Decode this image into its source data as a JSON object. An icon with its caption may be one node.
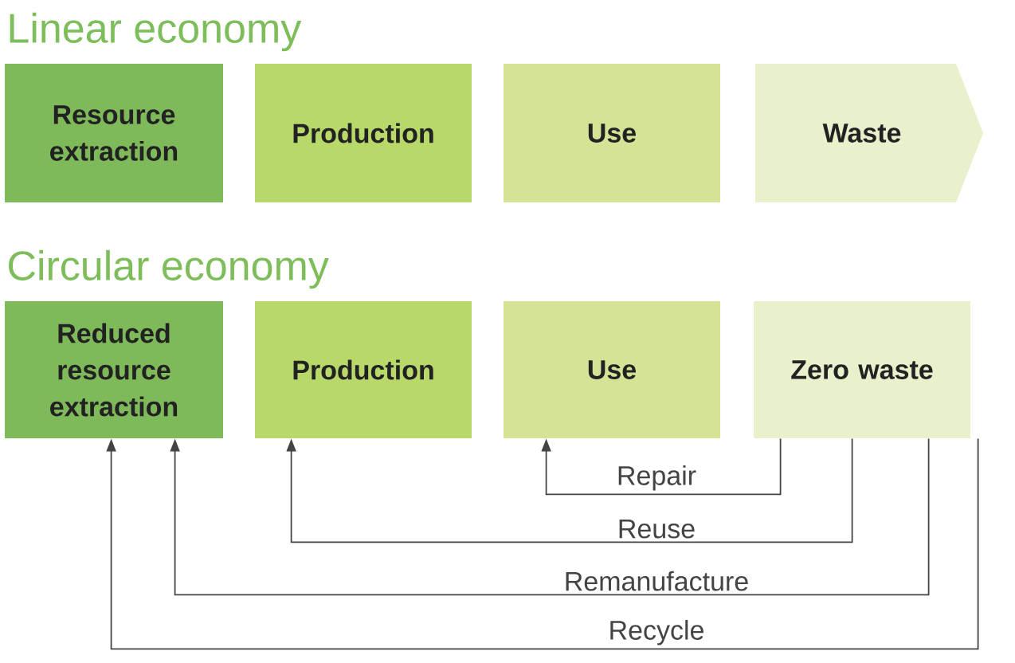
{
  "diagram": {
    "nodes": [
      {
        "text": [
          "Resource extraction"
        ]
      },
      {
        "text": [
          "Production"
        ]
      },
      {
        "text": [
          "Use"
        ]
      },
      {
        "text": [
          "Waste"
        ]
      },
      {
        "text": [
          "Reduced resource extraction"
        ]
      },
      {
        "text": [
          "Production"
        ]
      },
      {
        "text": [
          "Use"
        ]
      },
      {
        "text": [
          "Zero waste"
        ]
      }
    ],
    "edges": [
      {
        "from": 7,
        "to": 6,
        "arrow": "to",
        "label": "Repair"
      },
      {
        "from": 7,
        "to": 5,
        "arrow": "to",
        "label": "Reuse"
      },
      {
        "from": 7,
        "to": 4,
        "arrow": "to",
        "label": "Remanufacture"
      },
      {
        "from": 7,
        "to": 4,
        "arrow": "to",
        "label": "Recycle"
      }
    ],
    "labels": [
      "Linear economy",
      "Circular economy"
    ]
  }
}
